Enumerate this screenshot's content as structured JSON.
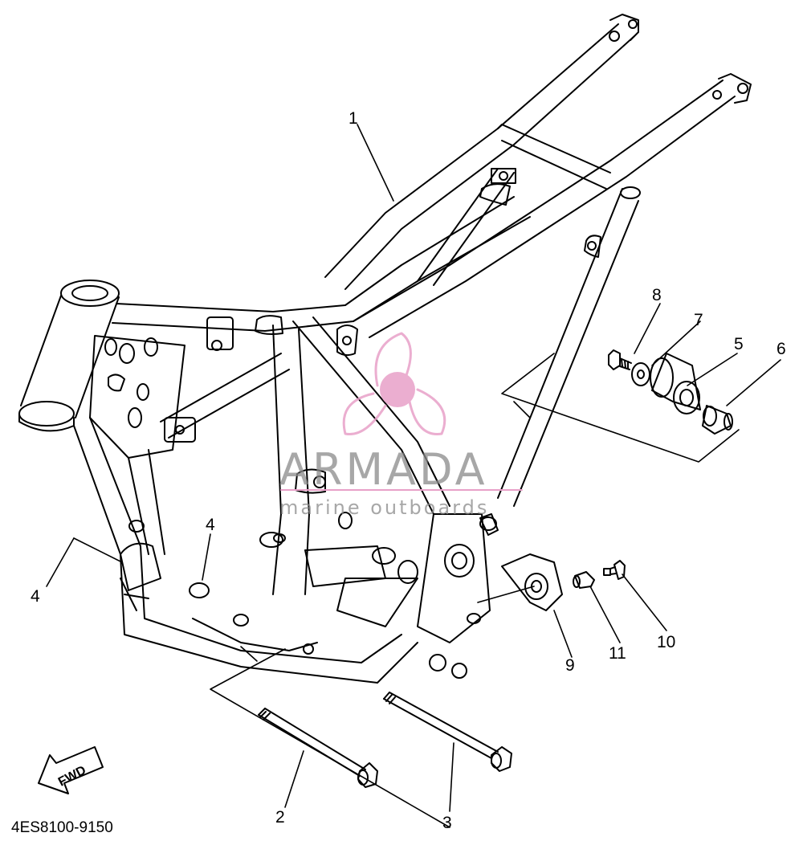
{
  "diagram": {
    "part_code": "4ES8100-9150",
    "callouts": [
      "1",
      "2",
      "3",
      "4",
      "4",
      "5",
      "6",
      "7",
      "8",
      "9",
      "10",
      "11"
    ],
    "fwd_label": "FWD"
  },
  "watermark": {
    "brand": "ARMADA",
    "tagline": "marine outboards",
    "logo_color": "#e8a0c8",
    "text_color": "#8a8a8a"
  },
  "colors": {
    "line": "#000000",
    "background": "#ffffff"
  }
}
